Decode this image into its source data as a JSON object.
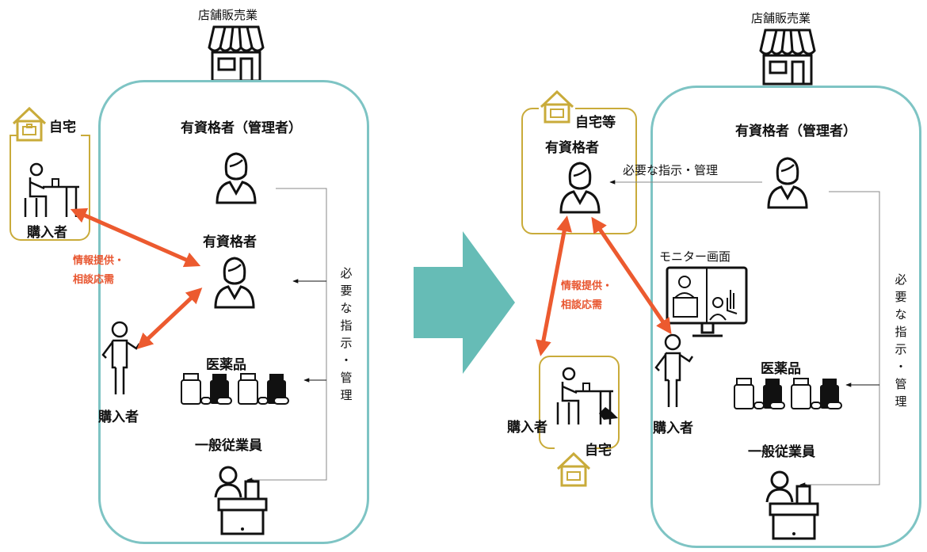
{
  "left": {
    "store_label": "店舗販売業",
    "manager_title": "有資格者（管理者）",
    "pharmacist_title": "有資格者",
    "medicine_title": "医薬品",
    "staff_title": "一般従業員",
    "home_label": "自宅",
    "home_buyer_label": "購入者",
    "walkin_buyer_label": "購入者",
    "info_line1": "情報提供・",
    "info_line2": "相談応需",
    "instruction_chars": [
      "必",
      "要",
      "な",
      "指",
      "示",
      "・",
      "管",
      "理"
    ]
  },
  "right": {
    "store_label": "店舗販売業",
    "manager_title": "有資格者（管理者）",
    "home_label": "自宅等",
    "remote_pharmacist_title": "有資格者",
    "instruction_label": "必要な指示・管理",
    "monitor_label": "モニター画面",
    "info_line1": "情報提供・",
    "info_line2": "相談応需",
    "home_buyer_label": "購入者",
    "buyer_home_label": "自宅",
    "store_buyer_label": "購入者",
    "medicine_title": "医薬品",
    "staff_title": "一般従業員",
    "instruction_chars": [
      "必",
      "要",
      "な",
      "指",
      "示",
      "・",
      "管",
      "理"
    ]
  },
  "colors": {
    "store_border": "#7ec4c4",
    "home_border": "#c9ab3a",
    "arrow_red": "#ec5a2f",
    "big_arrow": "#66bcb6"
  }
}
